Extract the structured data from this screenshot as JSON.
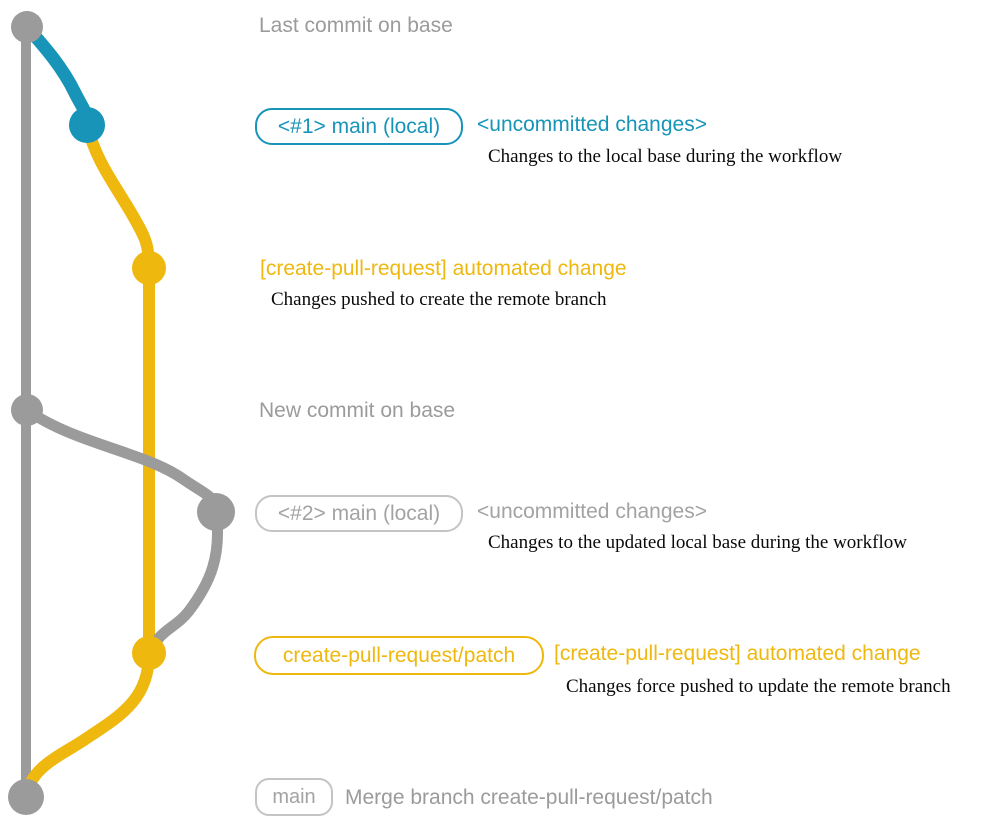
{
  "colors": {
    "base_gray": "#9b9b9b",
    "teal": "#1794b8",
    "yellow": "#eeb80e",
    "badge_gray_border": "#c4c4c4",
    "badge_gray_text": "#a3a3a3",
    "desc_black": "#0a0a0a",
    "background": "#ffffff"
  },
  "graph": {
    "branches": [
      {
        "name": "base",
        "color_key": "base_gray"
      },
      {
        "name": "main (local)",
        "color_key": "teal"
      },
      {
        "name": "create-pull-request/patch",
        "color_key": "yellow"
      }
    ],
    "commits": [
      {
        "id": "last-commit-on-base",
        "branch": "base"
      },
      {
        "id": "main-local-1",
        "branch": "main (local)"
      },
      {
        "id": "patch-commit-1",
        "branch": "create-pull-request/patch"
      },
      {
        "id": "new-commit-on-base",
        "branch": "base"
      },
      {
        "id": "main-local-2",
        "branch": "base"
      },
      {
        "id": "patch-commit-2",
        "branch": "create-pull-request/patch"
      },
      {
        "id": "merge-commit",
        "branch": "base"
      }
    ]
  },
  "annotations": {
    "last_commit": {
      "label": "Last commit on base"
    },
    "main_local_1": {
      "badge": "<#1> main (local)",
      "title": "<uncommitted changes>",
      "description": "Changes to the local base during the workflow"
    },
    "patch_1": {
      "title": "[create-pull-request] automated change",
      "description": "Changes pushed to create the remote branch"
    },
    "new_commit": {
      "label": "New commit on base"
    },
    "main_local_2": {
      "badge": "<#2> main (local)",
      "title": "<uncommitted changes>",
      "description": "Changes to the updated local base during the workflow"
    },
    "patch_2": {
      "badge": "create-pull-request/patch",
      "title": "[create-pull-request] automated change",
      "description": "Changes force pushed to update the remote branch"
    },
    "merge": {
      "badge": "main",
      "label": "Merge branch create-pull-request/patch"
    }
  }
}
